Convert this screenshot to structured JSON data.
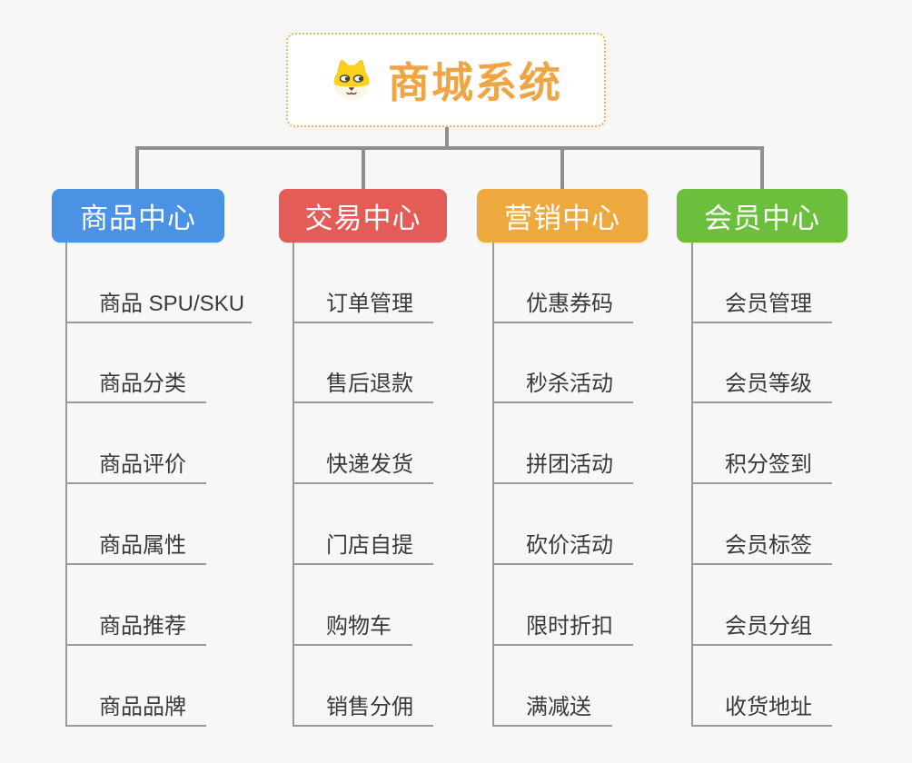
{
  "root": {
    "title": "商城系统",
    "icon": "dog-face-icon"
  },
  "colors": {
    "background": "#f7f7f7",
    "root_border": "#f3b45f",
    "root_text": "#f0a544",
    "connector": "#8f8f8f",
    "leaf_line": "#9a9a9a",
    "leaf_text": "#3a3a3a"
  },
  "branches": [
    {
      "label": "商品中心",
      "color": "#4b92e5",
      "items": [
        "商品 SPU/SKU",
        "商品分类",
        "商品评价",
        "商品属性",
        "商品推荐",
        "商品品牌"
      ]
    },
    {
      "label": "交易中心",
      "color": "#e45c58",
      "items": [
        "订单管理",
        "售后退款",
        "快递发货",
        "门店自提",
        "购物车",
        "销售分佣"
      ]
    },
    {
      "label": "营销中心",
      "color": "#eda93d",
      "items": [
        "优惠券码",
        "秒杀活动",
        "拼团活动",
        "砍价活动",
        "限时折扣",
        "满减送"
      ]
    },
    {
      "label": "会员中心",
      "color": "#6bbf3d",
      "items": [
        "会员管理",
        "会员等级",
        "积分签到",
        "会员标签",
        "会员分组",
        "收货地址"
      ]
    }
  ]
}
